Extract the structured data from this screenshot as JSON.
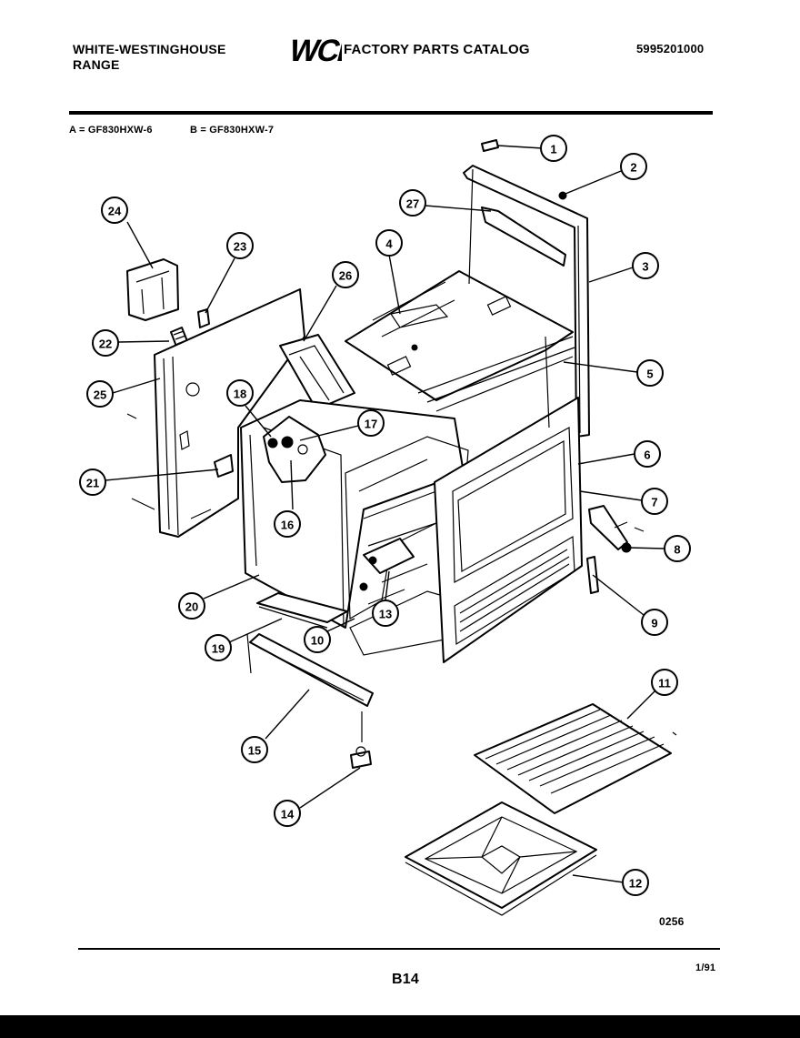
{
  "header": {
    "brand_line1": "WHITE-WESTINGHOUSE",
    "brand_line2": "RANGE",
    "logo": "WCI",
    "catalog_title": "FACTORY PARTS CATALOG",
    "catalog_number": "5995201000"
  },
  "models": {
    "a": "A = GF830HXW-6",
    "b": "B = GF830HXW-7"
  },
  "callouts": [
    "1",
    "2",
    "3",
    "4",
    "5",
    "6",
    "7",
    "8",
    "9",
    "10",
    "11",
    "12",
    "13",
    "14",
    "15",
    "16",
    "17",
    "18",
    "19",
    "20",
    "21",
    "22",
    "23",
    "24",
    "25",
    "26",
    "27"
  ],
  "footer": {
    "drawing_code": "0256",
    "page": "B14",
    "date": "1/91"
  }
}
